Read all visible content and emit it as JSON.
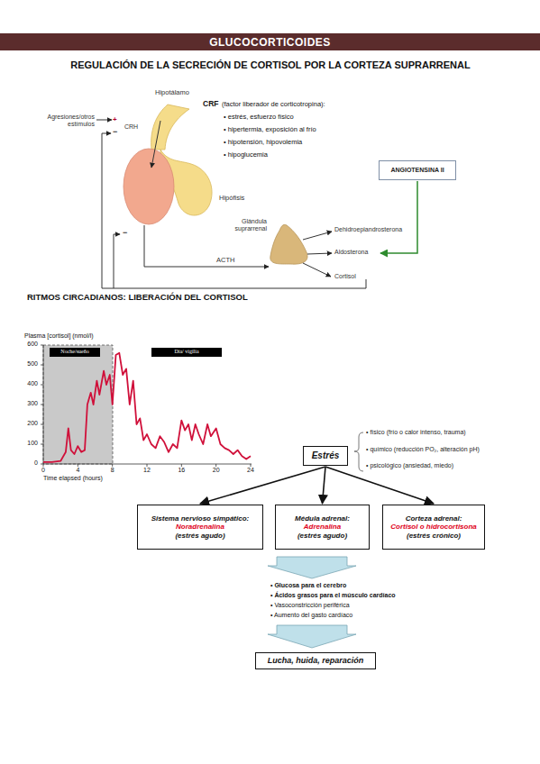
{
  "diagram": {
    "title": "GLUCOCORTICOIDES",
    "nodes": [
      {
        "text": [
          "ANGIOTENSINA II"
        ]
      },
      {
        "text": [
          "Noche/sueño"
        ]
      },
      {
        "text": [
          "Día/ vigilia"
        ]
      },
      {
        "text": [
          "Estrés"
        ]
      },
      {
        "text": [
          "Sistema nervioso simpático:",
          "Noradrenalina",
          "(estrés agudo)"
        ]
      },
      {
        "text": [
          "Médula adrenal:",
          "Adrenalina",
          "(estrés agudo)"
        ]
      },
      {
        "text": [
          "Corteza adrenal:",
          "Cortisol o hidrocortisona",
          "(estrés crónico)"
        ]
      },
      {
        "text": [
          "Lucha, huida, reparación"
        ]
      }
    ],
    "edges": [
      {
        "from": 3,
        "to": 4,
        "arrow": "to"
      },
      {
        "from": 3,
        "to": 5,
        "arrow": "to"
      },
      {
        "from": 3,
        "to": 6,
        "arrow": "to"
      }
    ],
    "labels": [
      "REGULACIÓN DE LA SECRECIÓN DE CORTISOL POR LA CORTEZA SUPRARRENAL",
      "Hipotálamo",
      "CRF",
      "(factor liberador de corticotropina):",
      "Agresiones/otros estímulos",
      "+",
      "−",
      "CRH",
      "• estrés, esfuerzo físico",
      "• hipertermia, exposición al frío",
      "• hipotensión, hipovolemia",
      "• hipoglucemia",
      "Hipófisis",
      "−",
      "Glándula suprarrenal",
      "Dehidroepiandrosterona",
      "ACTH",
      "Aldosterona",
      "Cortisol",
      "RITMOS CIRCADIANOS: LIBERACIÓN DEL CORTISOL",
      "Plasma [cortisol] (nmol/l)",
      "600",
      "500",
      "400",
      "300",
      "200",
      "100",
      "0",
      "0",
      "4",
      "8",
      "12",
      "16",
      "20",
      "24",
      "Time elapsed (hours)",
      "• físico (frío o calor intenso, trauma)",
      "• químico (reducción PO₂, alteración pH)",
      "• psicológico (ansiedad, miedo)",
      "• Glucosa para el cerebro",
      "• Ácidos grasos para el músculo cardíaco",
      "• Vasoconstricción periférica",
      "• Aumento del gasto cardíaco"
    ]
  }
}
